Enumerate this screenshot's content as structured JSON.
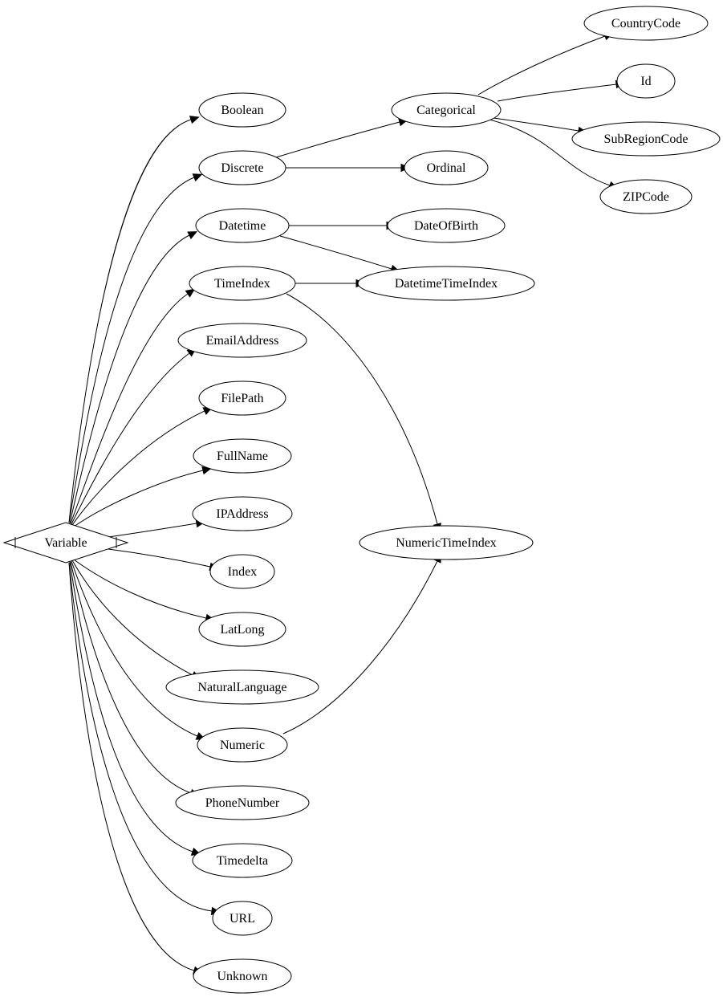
{
  "graph": {
    "root": "Variable",
    "nodes": [
      {
        "id": "Variable",
        "label": "Variable",
        "shape": "diamond"
      },
      {
        "id": "Boolean",
        "label": "Boolean"
      },
      {
        "id": "Discrete",
        "label": "Discrete"
      },
      {
        "id": "Datetime",
        "label": "Datetime"
      },
      {
        "id": "TimeIndex",
        "label": "TimeIndex"
      },
      {
        "id": "EmailAddress",
        "label": "EmailAddress"
      },
      {
        "id": "FilePath",
        "label": "FilePath"
      },
      {
        "id": "FullName",
        "label": "FullName"
      },
      {
        "id": "IPAddress",
        "label": "IPAddress"
      },
      {
        "id": "Index",
        "label": "Index"
      },
      {
        "id": "LatLong",
        "label": "LatLong"
      },
      {
        "id": "NaturalLanguage",
        "label": "NaturalLanguage"
      },
      {
        "id": "Numeric",
        "label": "Numeric"
      },
      {
        "id": "PhoneNumber",
        "label": "PhoneNumber"
      },
      {
        "id": "Timedelta",
        "label": "Timedelta"
      },
      {
        "id": "URL",
        "label": "URL"
      },
      {
        "id": "Unknown",
        "label": "Unknown"
      },
      {
        "id": "Categorical",
        "label": "Categorical"
      },
      {
        "id": "Ordinal",
        "label": "Ordinal"
      },
      {
        "id": "DateOfBirth",
        "label": "DateOfBirth"
      },
      {
        "id": "DatetimeTimeIndex",
        "label": "DatetimeTimeIndex"
      },
      {
        "id": "NumericTimeIndex",
        "label": "NumericTimeIndex"
      },
      {
        "id": "CountryCode",
        "label": "CountryCode"
      },
      {
        "id": "Id",
        "label": "Id"
      },
      {
        "id": "SubRegionCode",
        "label": "SubRegionCode"
      },
      {
        "id": "ZIPCode",
        "label": "ZIPCode"
      }
    ],
    "edges": [
      {
        "from": "Variable",
        "to": "Boolean"
      },
      {
        "from": "Variable",
        "to": "Discrete"
      },
      {
        "from": "Variable",
        "to": "Datetime"
      },
      {
        "from": "Variable",
        "to": "TimeIndex"
      },
      {
        "from": "Variable",
        "to": "EmailAddress"
      },
      {
        "from": "Variable",
        "to": "FilePath"
      },
      {
        "from": "Variable",
        "to": "FullName"
      },
      {
        "from": "Variable",
        "to": "IPAddress"
      },
      {
        "from": "Variable",
        "to": "Index"
      },
      {
        "from": "Variable",
        "to": "LatLong"
      },
      {
        "from": "Variable",
        "to": "NaturalLanguage"
      },
      {
        "from": "Variable",
        "to": "Numeric"
      },
      {
        "from": "Variable",
        "to": "PhoneNumber"
      },
      {
        "from": "Variable",
        "to": "Timedelta"
      },
      {
        "from": "Variable",
        "to": "URL"
      },
      {
        "from": "Variable",
        "to": "Unknown"
      },
      {
        "from": "Discrete",
        "to": "Categorical"
      },
      {
        "from": "Discrete",
        "to": "Ordinal"
      },
      {
        "from": "Datetime",
        "to": "DateOfBirth"
      },
      {
        "from": "Datetime",
        "to": "DatetimeTimeIndex"
      },
      {
        "from": "TimeIndex",
        "to": "DatetimeTimeIndex"
      },
      {
        "from": "TimeIndex",
        "to": "NumericTimeIndex"
      },
      {
        "from": "Numeric",
        "to": "NumericTimeIndex"
      },
      {
        "from": "Categorical",
        "to": "CountryCode"
      },
      {
        "from": "Categorical",
        "to": "Id"
      },
      {
        "from": "Categorical",
        "to": "SubRegionCode"
      },
      {
        "from": "Categorical",
        "to": "ZIPCode"
      }
    ]
  }
}
